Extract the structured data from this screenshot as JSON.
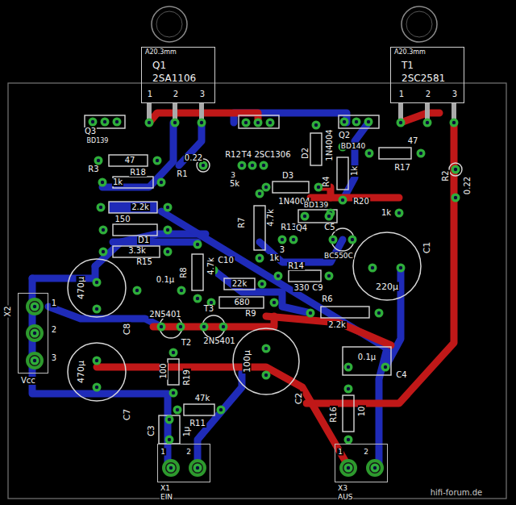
{
  "diagram": {
    "nodes": [
      {
        "text": [
          "A20.3mm",
          "Q1",
          "2SA1106",
          "1",
          "2",
          "3"
        ]
      },
      {
        "text": [
          "A20.3mm",
          "T1",
          "2SC2581",
          "1",
          "2",
          "3"
        ]
      },
      {
        "text": [
          "470µ",
          "C8"
        ]
      },
      {
        "text": [
          "220µ",
          "C1"
        ]
      },
      {
        "text": [
          "X2",
          "1",
          "2",
          "3",
          "Vcc"
        ]
      },
      {
        "text": [
          "470µ",
          "C7"
        ]
      },
      {
        "text": [
          "100µ",
          "C2"
        ]
      },
      {
        "text": [
          "1",
          "2",
          "X1",
          "EIN"
        ]
      },
      {
        "text": [
          "1",
          "2",
          "X3",
          "AUS"
        ]
      }
    ],
    "labels": [
      "Q3",
      "BD139",
      "R3",
      "47",
      "1k",
      "R18",
      "R1",
      "0.22",
      "R12",
      "T4",
      "2SC1306",
      "3",
      "5k",
      "D2",
      "1N4004",
      "D3",
      "1N4004",
      "Q2",
      "BD140",
      "R4",
      "1k",
      "R17",
      "47",
      "R2",
      "0.22",
      "2.2k",
      "150",
      "D1",
      "3.3k",
      "R15",
      "0.1µ",
      "R8",
      "4.7k",
      "C10",
      "22k",
      "680",
      "R9",
      "T3",
      "2N5401",
      "2N5401",
      "T2",
      "100",
      "R19",
      "R7",
      "4.7k",
      "R13",
      "3",
      "1k",
      "Q4",
      "BD139",
      "C5",
      "R20",
      "1k",
      "BC550C",
      "R14",
      "330",
      "C9",
      "R6",
      "2.2k",
      "0.1µ",
      "C4",
      "R16",
      "10",
      "C3",
      "1µ",
      "R11",
      "47k",
      "hifi-forum.de"
    ]
  }
}
